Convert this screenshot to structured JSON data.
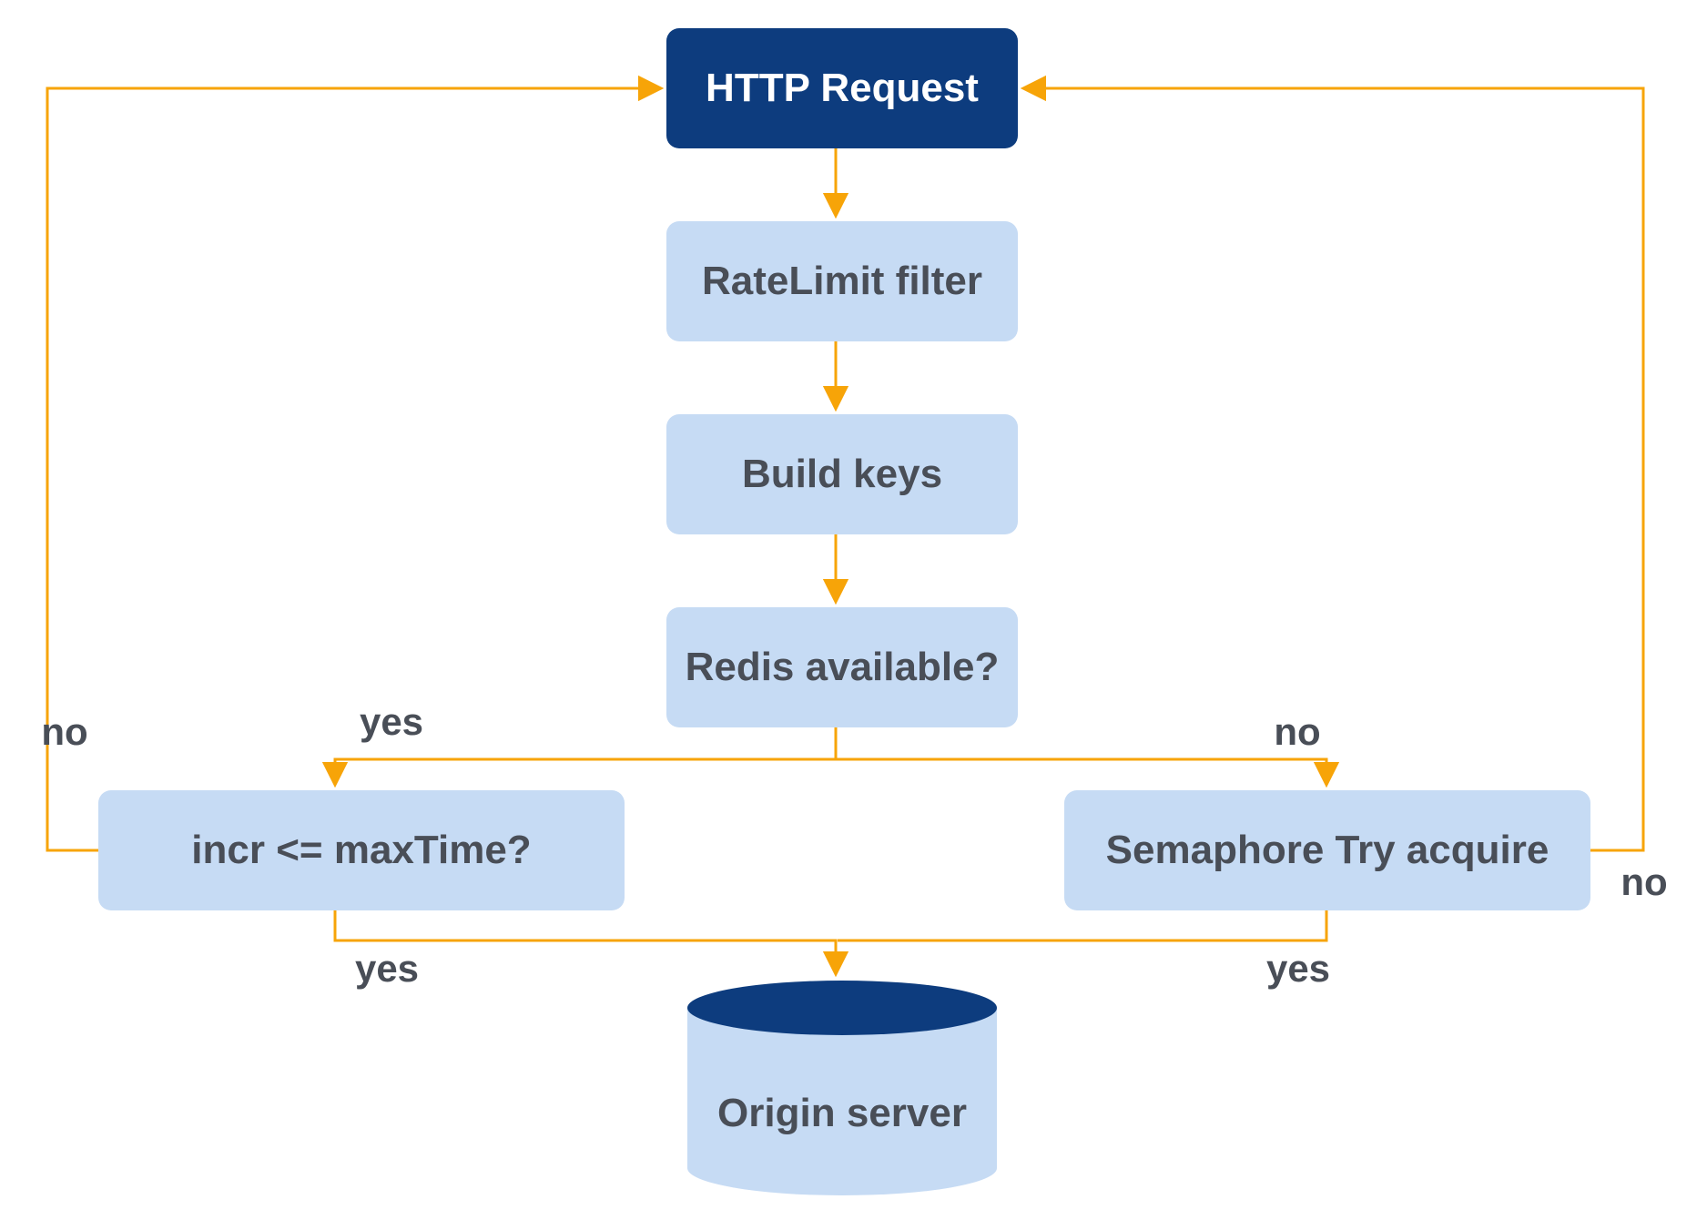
{
  "diagram": {
    "type": "flowchart",
    "nodes": [
      {
        "id": "http-request",
        "label": "HTTP Request",
        "shape": "rounded-rect",
        "style": "dark"
      },
      {
        "id": "ratelimit-filter",
        "label": "RateLimit filter",
        "shape": "rounded-rect",
        "style": "light"
      },
      {
        "id": "build-keys",
        "label": "Build keys",
        "shape": "rounded-rect",
        "style": "light"
      },
      {
        "id": "redis-available",
        "label": "Redis available?",
        "shape": "rounded-rect",
        "style": "light"
      },
      {
        "id": "incr-maxtime",
        "label": "incr <= maxTime?",
        "shape": "rounded-rect",
        "style": "light"
      },
      {
        "id": "semaphore-try",
        "label": "Semaphore Try acquire",
        "shape": "rounded-rect",
        "style": "light"
      },
      {
        "id": "origin-server",
        "label": "Origin server",
        "shape": "cylinder",
        "style": "light"
      }
    ],
    "edges": [
      {
        "from": "http-request",
        "to": "ratelimit-filter",
        "label": ""
      },
      {
        "from": "ratelimit-filter",
        "to": "build-keys",
        "label": ""
      },
      {
        "from": "build-keys",
        "to": "redis-available",
        "label": ""
      },
      {
        "from": "redis-available",
        "to": "incr-maxtime",
        "label": "yes"
      },
      {
        "from": "redis-available",
        "to": "semaphore-try",
        "label": "no"
      },
      {
        "from": "incr-maxtime",
        "to": "http-request",
        "label": "no"
      },
      {
        "from": "incr-maxtime",
        "to": "origin-server",
        "label": "yes"
      },
      {
        "from": "semaphore-try",
        "to": "http-request",
        "label": "no"
      },
      {
        "from": "semaphore-try",
        "to": "origin-server",
        "label": "yes"
      }
    ],
    "edge_labels": {
      "redis_yes": "yes",
      "redis_no": "no",
      "incr_no": "no",
      "incr_yes": "yes",
      "semaphore_no": "no",
      "semaphore_yes": "yes"
    }
  },
  "colors": {
    "navy": "#0d3c7e",
    "light-blue": "#c6dbf4",
    "accent": "#f7a408",
    "text-gray": "#494e57"
  }
}
